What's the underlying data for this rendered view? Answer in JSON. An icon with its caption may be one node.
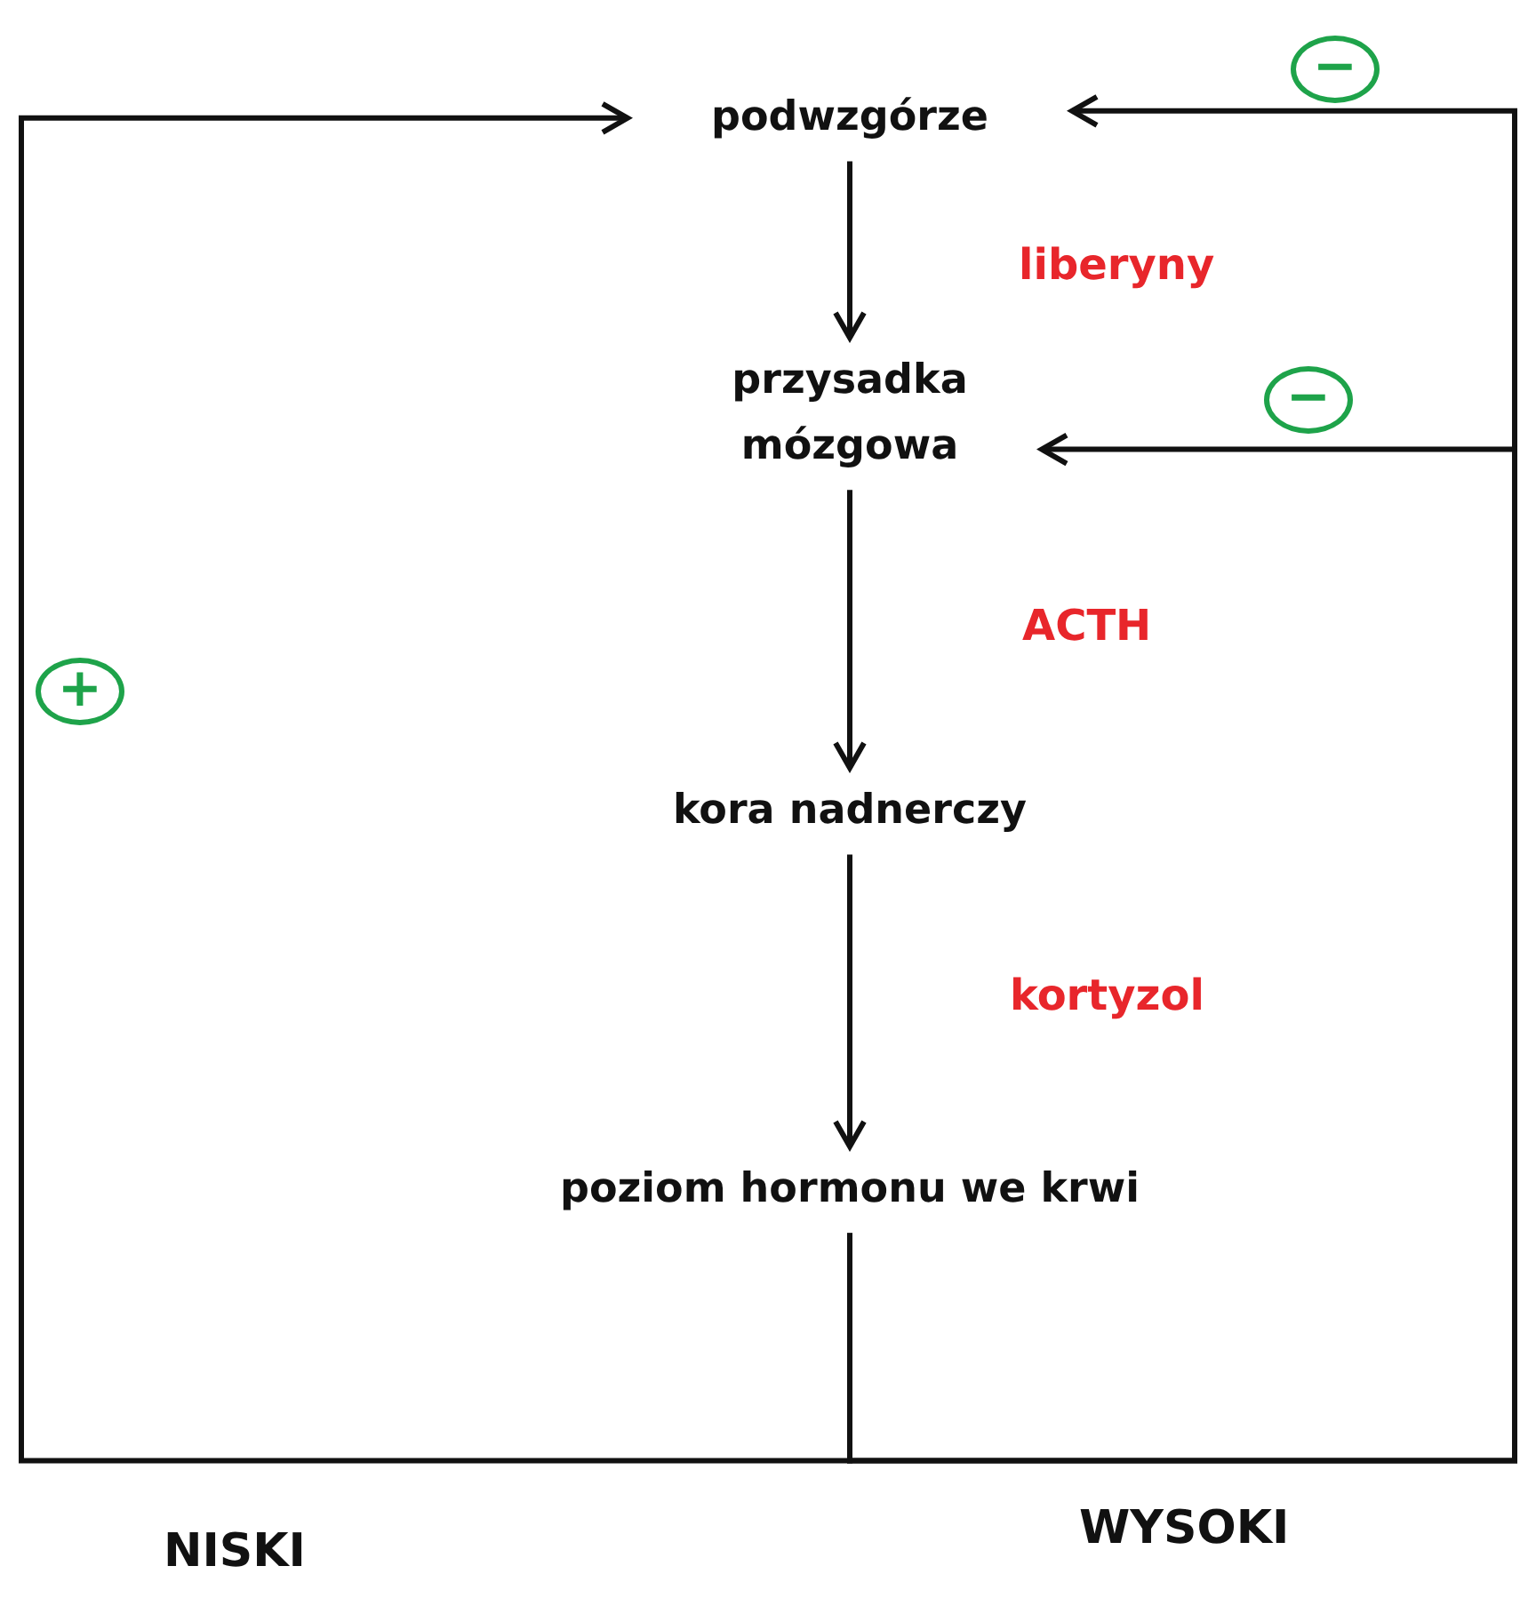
{
  "diagram": {
    "nodes": [
      {
        "text": [
          "podwzgórze"
        ]
      },
      {
        "text": [
          "przysadka mózgowa"
        ]
      },
      {
        "text": [
          "kora nadnerczy"
        ]
      },
      {
        "text": [
          "poziom hormonu we krwi"
        ]
      }
    ],
    "edges": [
      {
        "from": 0,
        "to": 1,
        "arrow": "to",
        "label": "liberyny"
      },
      {
        "from": 1,
        "to": 2,
        "arrow": "to",
        "label": "ACTH"
      },
      {
        "from": 2,
        "to": 3,
        "arrow": "to",
        "label": "kortyzol"
      },
      {
        "from": 3,
        "to": 0,
        "arrow": "to"
      },
      {
        "from": 3,
        "to": 0,
        "arrow": "to"
      },
      {
        "from": 3,
        "to": 1,
        "arrow": "to"
      }
    ],
    "labels": [
      "−",
      "−",
      "+",
      "NISKI",
      "WYSOKI"
    ]
  }
}
